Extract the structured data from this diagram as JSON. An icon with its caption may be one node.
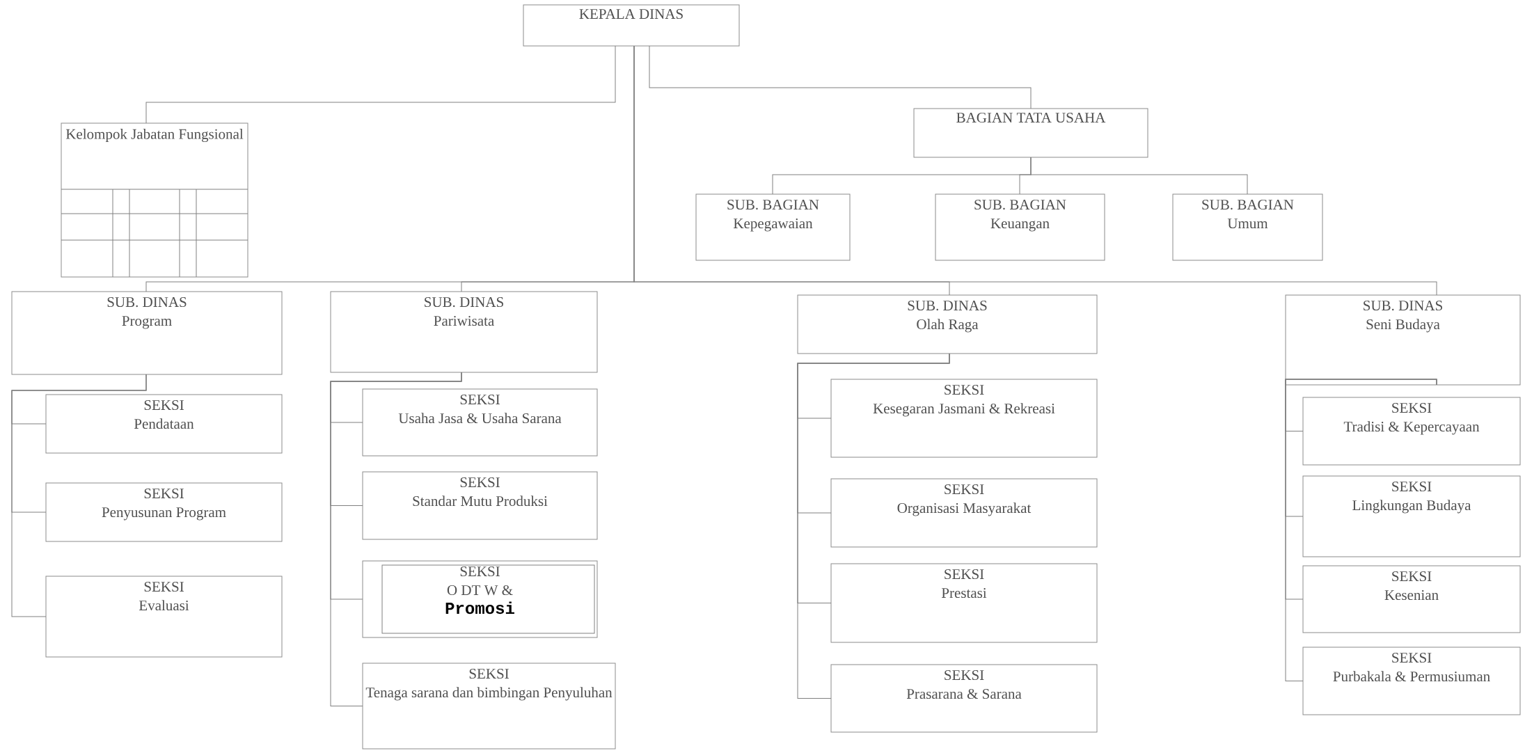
{
  "diagram": {
    "nodes": [
      {
        "text": [
          "KEPALA DINAS"
        ]
      },
      {
        "text": [
          "Kelompok Jabatan Fungsional"
        ]
      },
      {
        "text": [
          "BAGIAN TATA USAHA"
        ]
      },
      {
        "text": [
          "SUB. BAGIAN",
          "Kepegawaian"
        ]
      },
      {
        "text": [
          "SUB. BAGIAN",
          "Keuangan"
        ]
      },
      {
        "text": [
          "SUB. BAGIAN",
          "Umum"
        ]
      },
      {
        "text": [
          "SUB. DINAS",
          "Program"
        ]
      },
      {
        "text": [
          "SUB. DINAS",
          "Pariwisata"
        ]
      },
      {
        "text": [
          "SUB. DINAS",
          "Olah Raga"
        ]
      },
      {
        "text": [
          "SUB. DINAS",
          "Seni Budaya"
        ]
      },
      {
        "text": [
          "SEKSI",
          "Pendataan"
        ]
      },
      {
        "text": [
          "SEKSI",
          "Penyusunan Program"
        ]
      },
      {
        "text": [
          "SEKSI",
          "Evaluasi"
        ]
      },
      {
        "text": [
          "SEKSI",
          "Usaha Jasa & Usaha Sarana"
        ]
      },
      {
        "text": [
          "SEKSI",
          "Standar  Mutu Produksi"
        ]
      },
      {
        "text": [
          "SEKSI",
          "O DT W &",
          "Promosi"
        ]
      },
      {
        "text": [
          "SEKSI",
          "Tenaga sarana dan bimbingan Penyuluhan"
        ]
      },
      {
        "text": [
          "SEKSI",
          "Kesegaran Jasmani  & Rekreasi"
        ]
      },
      {
        "text": [
          "SEKSI",
          "Organisasi Masyarakat"
        ]
      },
      {
        "text": [
          "SEKSI",
          "Prestasi"
        ]
      },
      {
        "text": [
          "SEKSI",
          "Prasarana & Sarana"
        ]
      },
      {
        "text": [
          "SEKSI",
          "Tradisi & Kepercayaan"
        ]
      },
      {
        "text": [
          "SEKSI",
          "Lingkungan  Budaya"
        ]
      },
      {
        "text": [
          "SEKSI",
          "Kesenian"
        ]
      },
      {
        "text": [
          "SEKSI",
          "Purbakala & Permusiuman"
        ]
      }
    ],
    "edges": [
      {
        "from": 0,
        "to": 1,
        "arrow": "none"
      },
      {
        "from": 0,
        "to": 2,
        "arrow": "none"
      },
      {
        "from": 2,
        "to": 3,
        "arrow": "none"
      },
      {
        "from": 2,
        "to": 4,
        "arrow": "none"
      },
      {
        "from": 2,
        "to": 5,
        "arrow": "none"
      },
      {
        "from": 0,
        "to": 6,
        "arrow": "none"
      },
      {
        "from": 0,
        "to": 7,
        "arrow": "none"
      },
      {
        "from": 0,
        "to": 8,
        "arrow": "none"
      },
      {
        "from": 0,
        "to": 9,
        "arrow": "none"
      },
      {
        "from": 6,
        "to": 10,
        "arrow": "none"
      },
      {
        "from": 6,
        "to": 11,
        "arrow": "none"
      },
      {
        "from": 6,
        "to": 12,
        "arrow": "none"
      },
      {
        "from": 7,
        "to": 13,
        "arrow": "none"
      },
      {
        "from": 7,
        "to": 14,
        "arrow": "none"
      },
      {
        "from": 7,
        "to": 15,
        "arrow": "none"
      },
      {
        "from": 7,
        "to": 16,
        "arrow": "none"
      },
      {
        "from": 8,
        "to": 17,
        "arrow": "none"
      },
      {
        "from": 8,
        "to": 18,
        "arrow": "none"
      },
      {
        "from": 8,
        "to": 19,
        "arrow": "none"
      },
      {
        "from": 8,
        "to": 20,
        "arrow": "none"
      },
      {
        "from": 9,
        "to": 21,
        "arrow": "none"
      },
      {
        "from": 9,
        "to": 22,
        "arrow": "none"
      },
      {
        "from": 9,
        "to": 23,
        "arrow": "none"
      },
      {
        "from": 9,
        "to": 24,
        "arrow": "none"
      }
    ]
  }
}
